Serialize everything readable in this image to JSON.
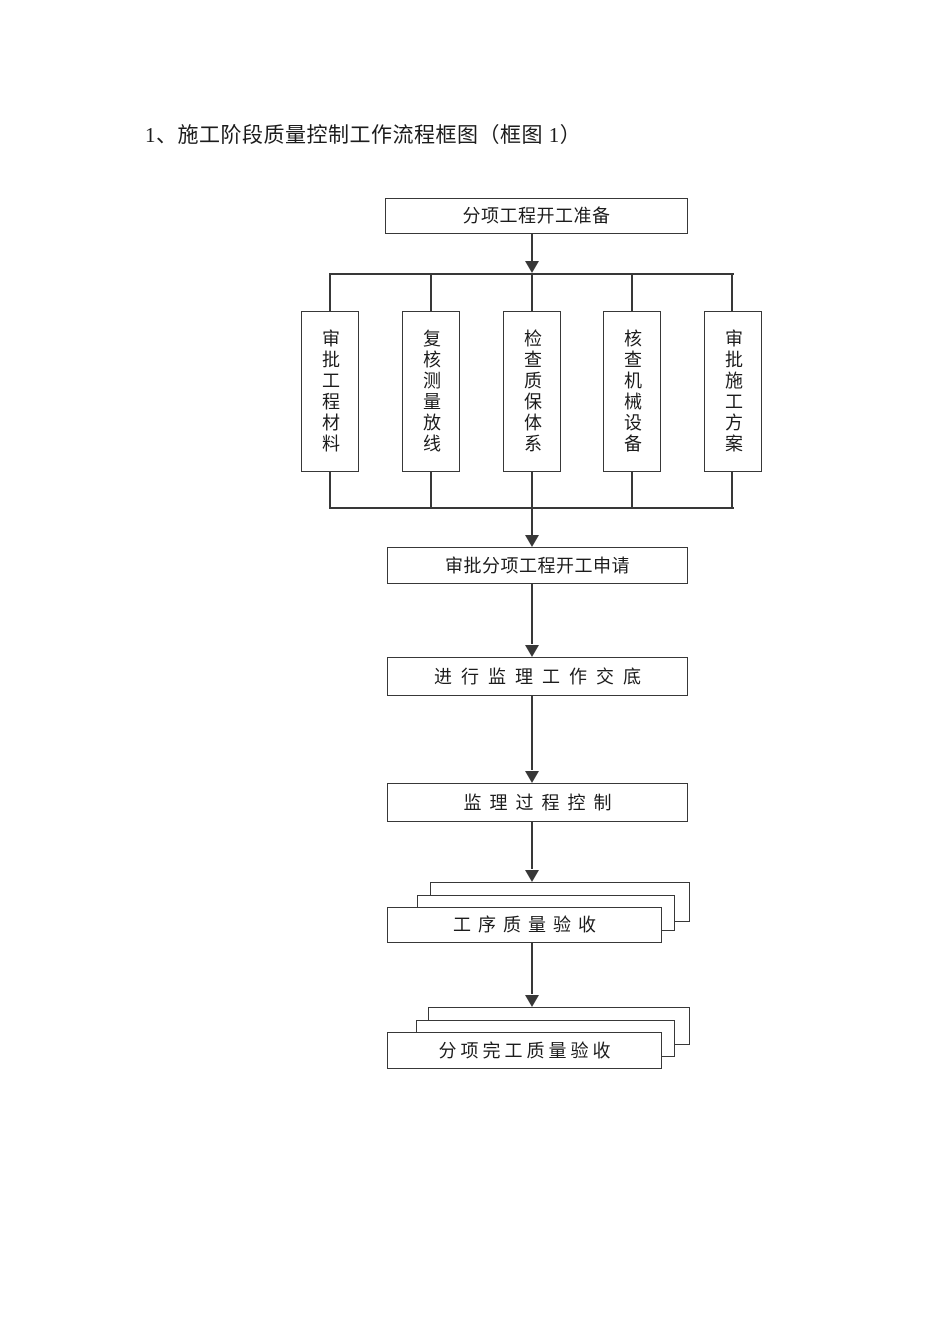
{
  "page": {
    "title": "1、施工阶段质量控制工作流程框图（框图 1）"
  },
  "flowchart": {
    "start": "分项工程开工准备",
    "parallel": [
      "审批工程材料",
      "复核测量放线",
      "检查质保体系",
      "核查机械设备",
      "审批施工方案"
    ],
    "step_approve_application": "审批分项工程开工申请",
    "step_supervision_briefing": "进行监理工作交底",
    "step_process_control": "监理过程控制",
    "stack_process_acceptance": "工序质量验收",
    "stack_completion_acceptance": "分项完工质量验收"
  },
  "colors": {
    "line": "#383838",
    "text": "#1c1c1c",
    "background": "#ffffff"
  }
}
